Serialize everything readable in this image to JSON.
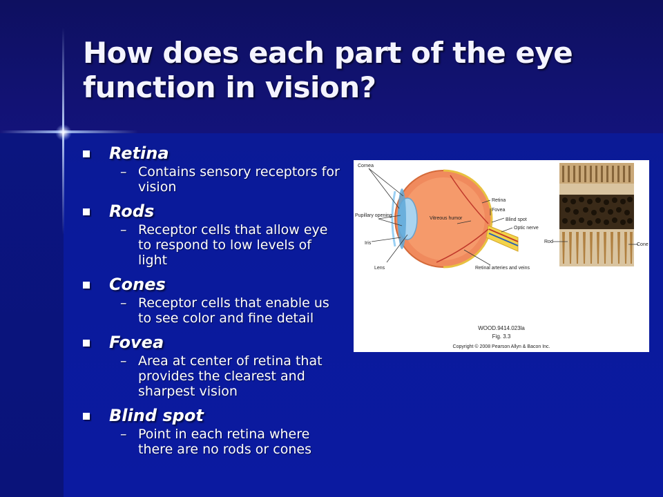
{
  "slide": {
    "title": "How does each part of the eye function in vision?",
    "bullets": [
      {
        "term": "Retina",
        "description": "Contains sensory receptors for vision"
      },
      {
        "term": "Rods",
        "description": "Receptor cells that allow eye to respond to low levels of light"
      },
      {
        "term": "Cones",
        "description": "Receptor cells that enable us to see color and fine detail"
      },
      {
        "term": "Fovea",
        "description": "Area at center of retina that provides the clearest and sharpest vision"
      },
      {
        "term": "Blind spot",
        "description": "Point in each retina where there are no rods or cones"
      }
    ],
    "bullet_dash": "–"
  },
  "figure": {
    "labels": {
      "cornea": "Cornea",
      "pupillary_opening": "Pupillary opening",
      "iris": "Iris",
      "lens": "Lens",
      "vitreous_humor": "Vitreous humor",
      "retina": "Retina",
      "fovea": "Fovea",
      "blind_spot": "Blind spot",
      "optic_nerve": "Optic nerve",
      "retinal_vessels": "Retinal arteries and veins",
      "rod": "Rod",
      "cone": "Cone"
    },
    "caption_code": "WOOD.9414.023la",
    "caption_fig": "Fig. 3.3",
    "copyright": "Copyright © 2008 Pearson Allyn & Bacon Inc."
  },
  "colors": {
    "background": "#0b1aa0",
    "header": "#13137a",
    "text": "#ffffff"
  }
}
